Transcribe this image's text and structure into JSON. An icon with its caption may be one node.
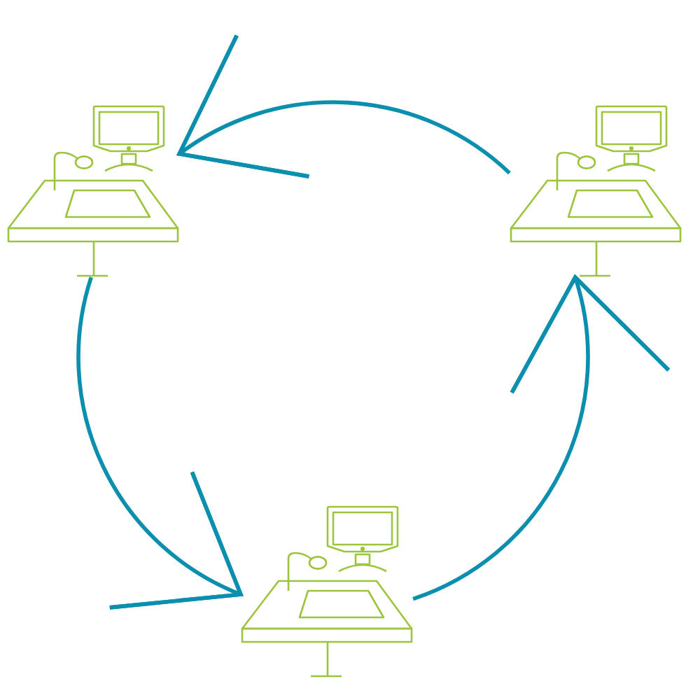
{
  "diagram": {
    "nodes": [
      {
        "text": [],
        "shape": "picture"
      },
      {
        "text": [],
        "shape": "picture"
      },
      {
        "text": [],
        "shape": "picture"
      }
    ],
    "edges": [
      {
        "from": 1,
        "to": 0,
        "arrow": "to"
      },
      {
        "from": 0,
        "to": 2,
        "arrow": "to"
      },
      {
        "from": 2,
        "to": 1,
        "arrow": "to"
      }
    ]
  }
}
